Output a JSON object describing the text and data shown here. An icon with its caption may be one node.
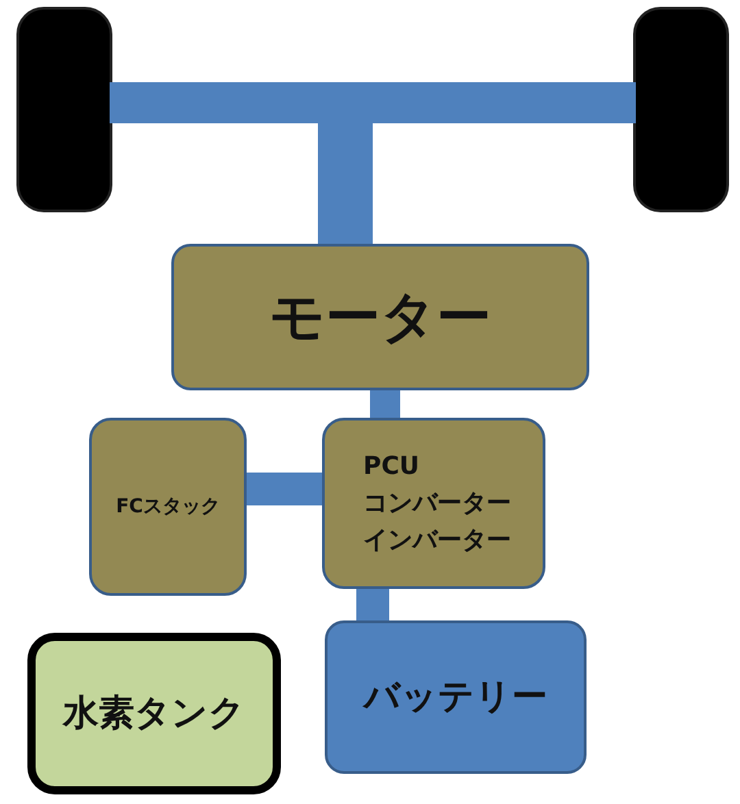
{
  "diagram": {
    "nodes": [
      {
        "text": [],
        "shape": "wheel"
      },
      {
        "text": [],
        "shape": "wheel"
      },
      {
        "text": [],
        "shape": "bar"
      },
      {
        "text": [
          "モーター"
        ]
      },
      {
        "text": [
          "FCスタック"
        ]
      },
      {
        "text": [
          "PCU",
          "コンバーター",
          "インバーター"
        ]
      },
      {
        "text": [
          "バッテリー"
        ]
      },
      {
        "text": [
          "水素タンク"
        ]
      }
    ],
    "edges": [
      {
        "from": 2,
        "to": 3,
        "arrow": "none"
      },
      {
        "from": 3,
        "to": 5,
        "arrow": "none"
      },
      {
        "from": 4,
        "to": 5,
        "arrow": "none"
      },
      {
        "from": 5,
        "to": 6,
        "arrow": "none"
      }
    ]
  }
}
